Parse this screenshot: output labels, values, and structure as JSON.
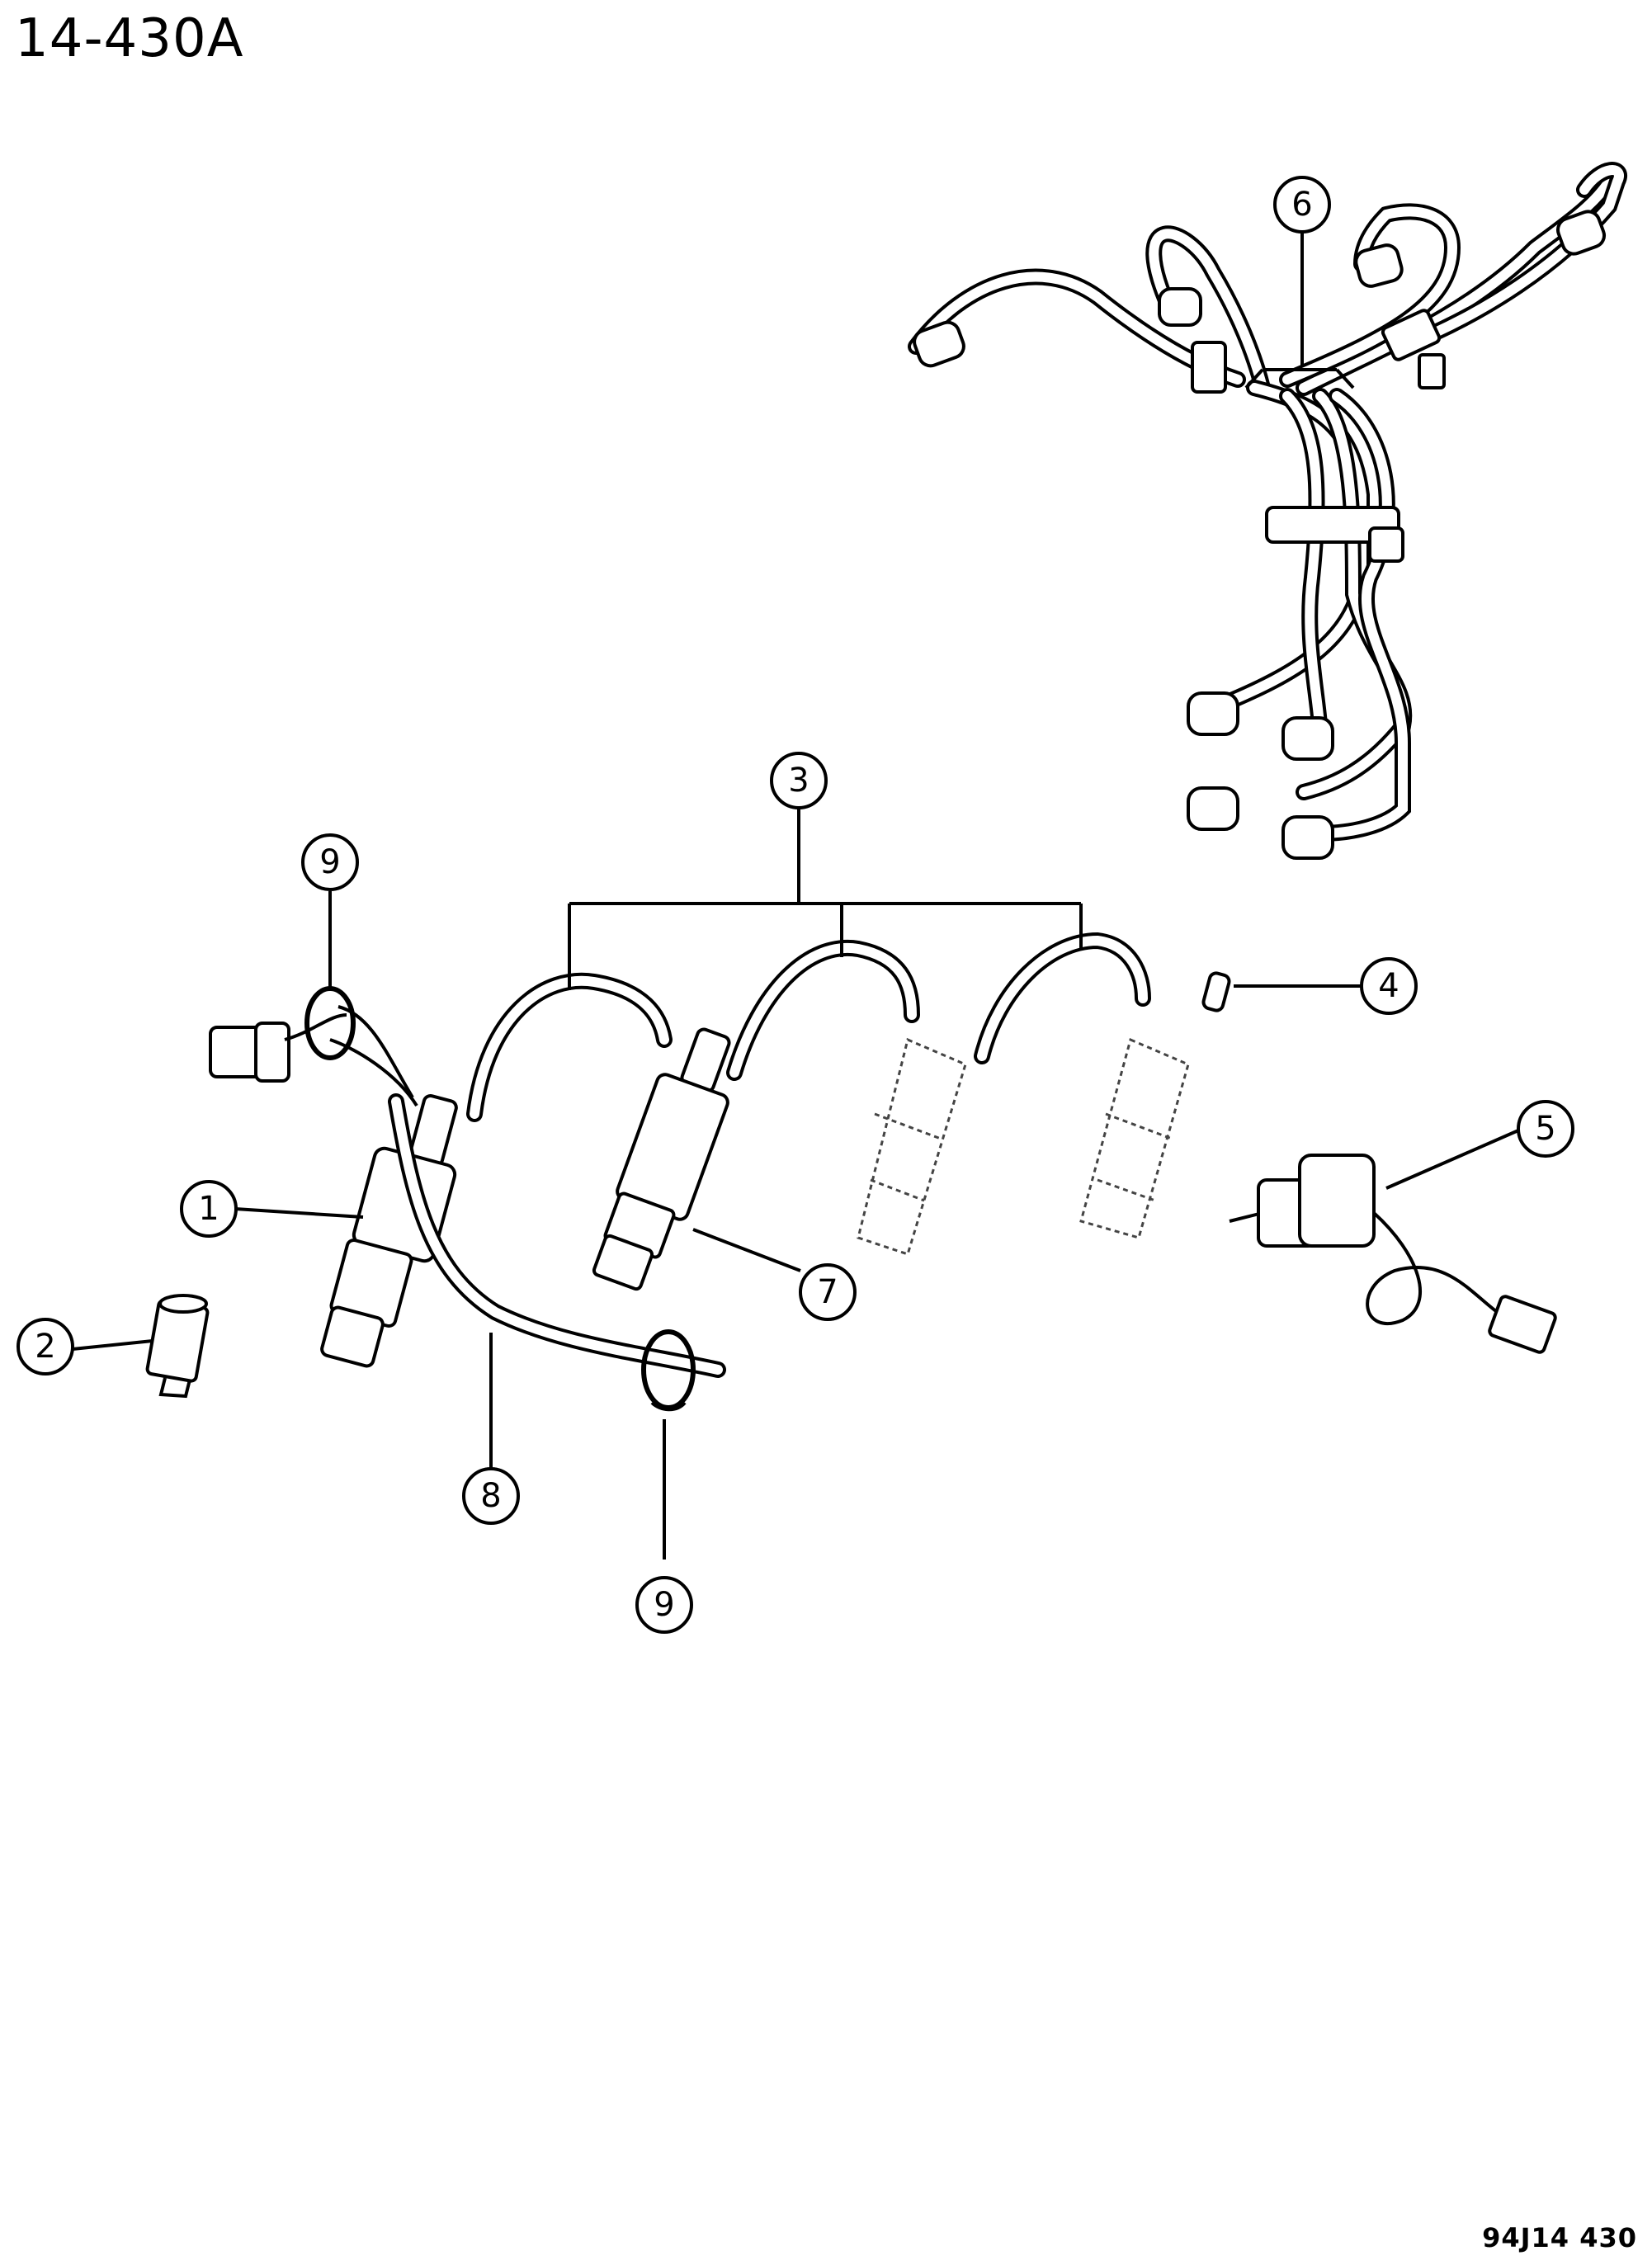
{
  "header": {
    "title": "14-430A"
  },
  "footer": {
    "reference": "94J14  430"
  },
  "callouts": [
    "1",
    "2",
    "3",
    "4",
    "5",
    "6",
    "7",
    "8",
    "9",
    "9"
  ],
  "colors": {
    "ink": "#000000",
    "paper": "#ffffff"
  }
}
